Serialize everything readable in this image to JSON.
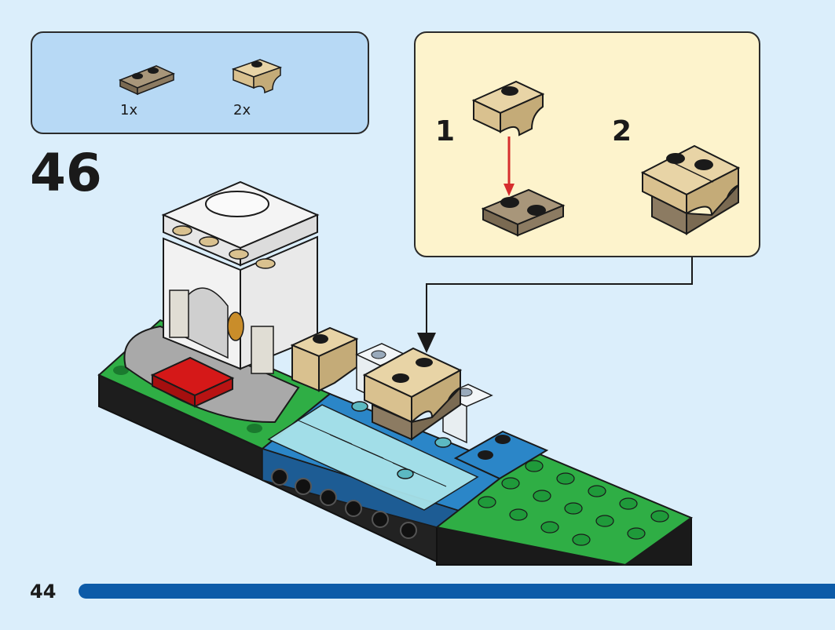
{
  "step": {
    "number": "46"
  },
  "parts_list": [
    {
      "name": "dark-tan-plate-1x2",
      "count": "1x"
    },
    {
      "name": "tan-bracket-brick",
      "count": "2x"
    }
  ],
  "callout": {
    "substeps": [
      {
        "label": "1"
      },
      {
        "label": "2"
      }
    ]
  },
  "footer": {
    "page_number": "44",
    "progress_percent": 100
  },
  "colors": {
    "background": "#dbeefb",
    "parts_box": "#b7d9f5",
    "callout_box": "#fdf3cc",
    "tan": "#d9c18f",
    "dark_tan": "#8c7b62",
    "green": "#2fae45",
    "blue": "#2b86c8",
    "red": "#d51818",
    "progress": "#0d5ba8"
  }
}
